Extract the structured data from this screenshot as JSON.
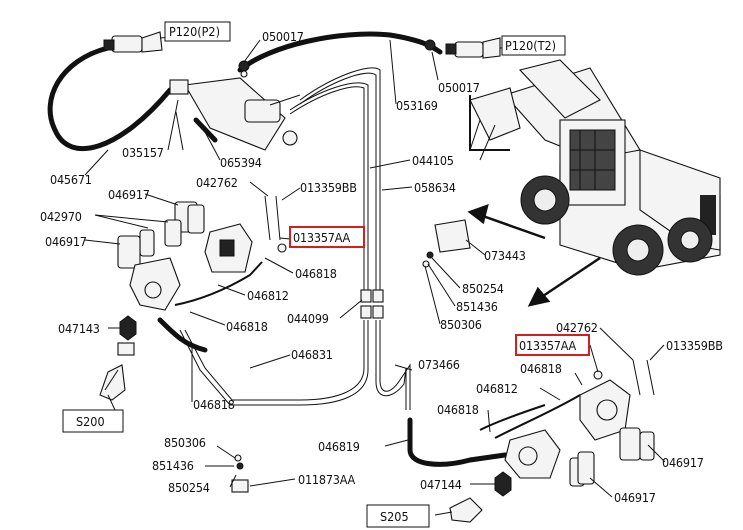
{
  "labels": {
    "p120_p2": "P120(P2)",
    "p120_t2": "P120(T2)",
    "s200": "S200",
    "s205": "S205",
    "l050017_top": "050017",
    "l050017_right": "050017",
    "l053169": "053169",
    "l035157": "035157",
    "l065394": "065394",
    "l045671": "045671",
    "l044105": "044105",
    "l058634": "058634",
    "l046917_a": "046917",
    "l042762_a": "042762",
    "l013359bb_a": "013359BB",
    "l042970": "042970",
    "l013357aa_a": "013357AA",
    "l046917_b": "046917",
    "l046818_a": "046818",
    "l046812_a": "046812",
    "l046818_b": "046818",
    "l044099": "044099",
    "l047143": "047143",
    "l046831": "046831",
    "l046818_c": "046818",
    "l073443": "073443",
    "l850254_a": "850254",
    "l851436_a": "851436",
    "l850306_a": "850306",
    "l042762_b": "042762",
    "l013357aa_b": "013357AA",
    "l013359bb_b": "013359BB",
    "l046818_d": "046818",
    "l073466": "073466",
    "l046812_b": "046812",
    "l046818_e": "046818",
    "l046819": "046819",
    "l850306_b": "850306",
    "l851436_b": "851436",
    "l850254_b": "850254",
    "l011873aa": "011873AA",
    "l047144": "047144",
    "l046917_c": "046917",
    "l046917_d": "046917"
  },
  "highlight_color": "#d22020"
}
